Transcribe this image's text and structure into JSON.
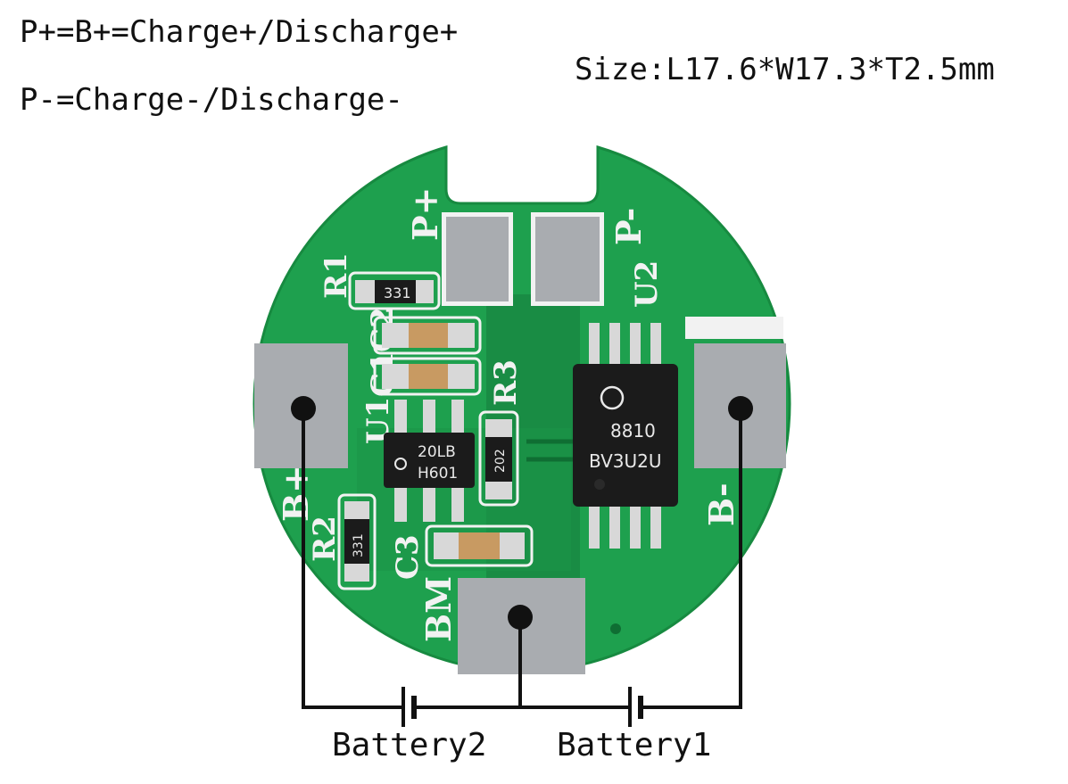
{
  "captions": {
    "line1": "P+=B+=Charge+/Discharge+",
    "line2": "P-=Charge-/Discharge-",
    "size": "Size:L17.6*W17.3*T2.5mm"
  },
  "silkscreen": {
    "p_plus": "P+",
    "p_minus": "P-",
    "r1": "R1",
    "c2": "C2",
    "c1": "C1",
    "r3": "R3",
    "u1": "U1",
    "u2": "U2",
    "b_plus": "B+",
    "b_minus": "B-",
    "r2": "R2",
    "c3": "C3",
    "bm": "BM"
  },
  "component_markings": {
    "r1": "331",
    "r2": "331",
    "r3": "202",
    "u1_line1": "20LB",
    "u1_line2": "H601",
    "u2_line1": "8810",
    "u2_line2": "BV3U2U"
  },
  "batteries": {
    "battery2": "Battery2",
    "battery1": "Battery1"
  },
  "colors": {
    "pcb": "#1ea04e",
    "pad": "#a9acb0",
    "silk": "#f2f2f2",
    "wire": "#111111"
  }
}
